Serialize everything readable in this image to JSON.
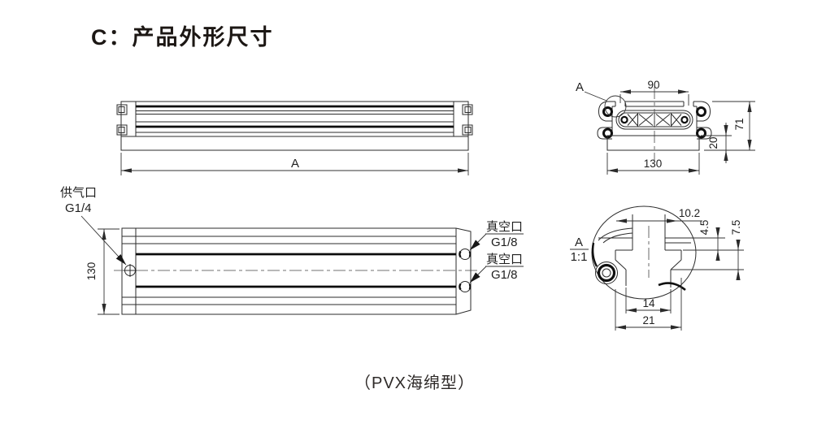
{
  "title": "C：产品外形尺寸",
  "caption": "（PVX海绵型）",
  "views": {
    "side": {
      "length": "A"
    },
    "section": {
      "callout": "A",
      "slot_spacing": "90",
      "total_height": "71",
      "sponge_thickness": "20",
      "width": "130"
    },
    "plan": {
      "width": "130",
      "supply_port": {
        "label": "供气口",
        "thread": "G1/4"
      },
      "vacuum_ports": [
        {
          "label": "真空口",
          "thread": "G1/8"
        },
        {
          "label": "真空口",
          "thread": "G1/8"
        }
      ]
    },
    "detail": {
      "callout": "A",
      "scale": "1:1",
      "slot_width": "10.2",
      "neck_depth": "4.5",
      "slot_depth": "7.5",
      "groove_width": "14",
      "groove_opening": "21"
    }
  }
}
